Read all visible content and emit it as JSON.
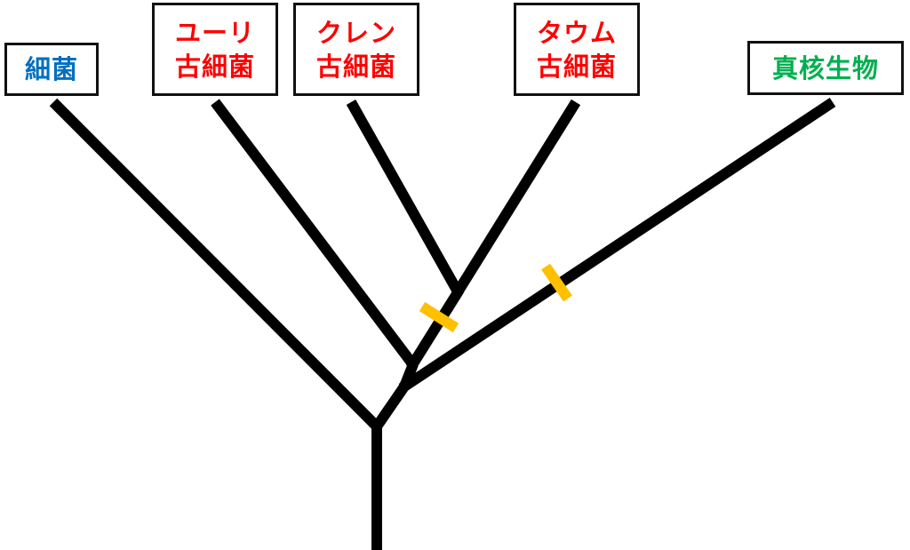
{
  "diagram": {
    "type": "phylogenetic-tree",
    "colors": {
      "line": "#000000",
      "marker": "#FFC000",
      "bacteria": "#0070C0",
      "archaea": "#FF0000",
      "eukaryote": "#00B050",
      "box_border": "#111111"
    },
    "leaves": [
      {
        "id": "bacteria",
        "lines": [
          "細菌"
        ],
        "color": "#0070C0"
      },
      {
        "id": "euryarchaeota",
        "lines": [
          "ユーリ",
          "古細菌"
        ],
        "color": "#FF0000"
      },
      {
        "id": "crenarchaeota",
        "lines": [
          "クレン",
          "古細菌"
        ],
        "color": "#FF0000"
      },
      {
        "id": "thaumarchaeota",
        "lines": [
          "タウム",
          "古細菌"
        ],
        "color": "#FF0000"
      },
      {
        "id": "eukaryote",
        "lines": [
          "真核生物"
        ],
        "color": "#00B050"
      }
    ],
    "markers": [
      {
        "on_branch": "archaea-TACK-stem",
        "color": "#FFC000"
      },
      {
        "on_branch": "eukaryote",
        "color": "#FFC000"
      }
    ]
  }
}
